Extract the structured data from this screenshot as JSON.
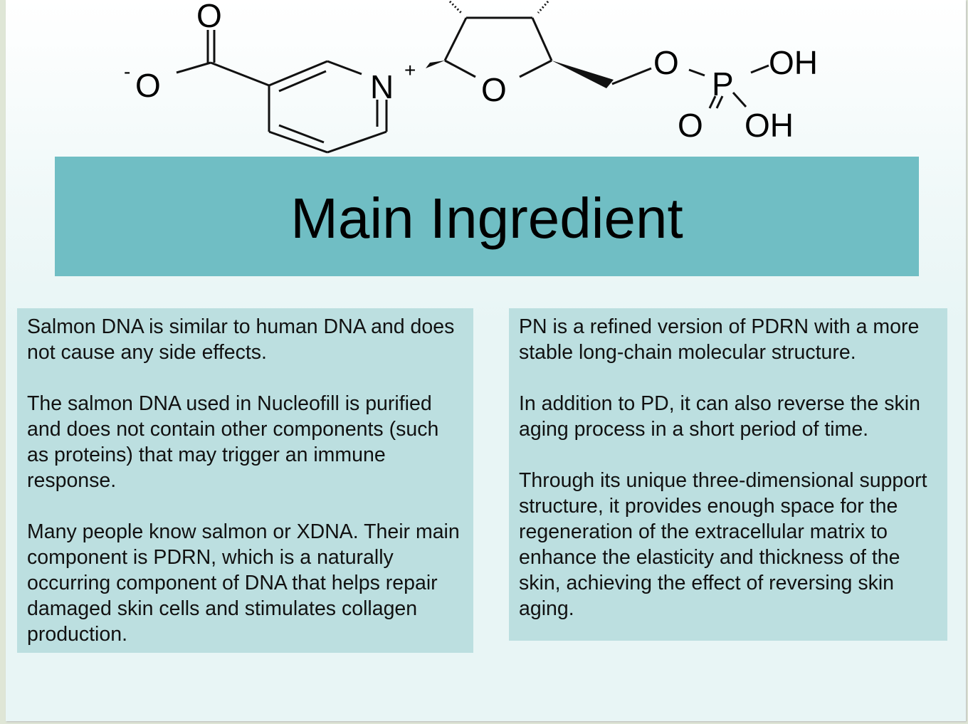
{
  "molecule": {
    "labels": {
      "o_top": "O",
      "o_minus": "O",
      "minus": "-",
      "n": "N",
      "plus": "+",
      "o_ring": "O",
      "o_link": "O",
      "p": "P",
      "oh1": "OH",
      "o_double": "O",
      "oh2": "OH"
    }
  },
  "title": "Main Ingredient",
  "left_box": {
    "paragraphs": [
      "Salmon DNA is similar to human DNA and does not cause any side effects.",
      "The salmon DNA used in Nucleofill is purified and does not contain other components (such as proteins) that may trigger an immune response.",
      "Many people know salmon or XDNA. Their main component is PDRN, which is a naturally occurring component of DNA that helps repair damaged skin cells and stimulates collagen production."
    ]
  },
  "right_box": {
    "paragraphs": [
      "PN is a refined version of PDRN with a more stable long-chain molecular structure.",
      "In addition to PD, it can also reverse the skin aging process in a short period of time.",
      "Through its unique three-dimensional support structure, it provides enough space for the regeneration of the extracellular matrix to enhance the elasticity and thickness of the skin, achieving the effect of reversing skin aging."
    ]
  }
}
